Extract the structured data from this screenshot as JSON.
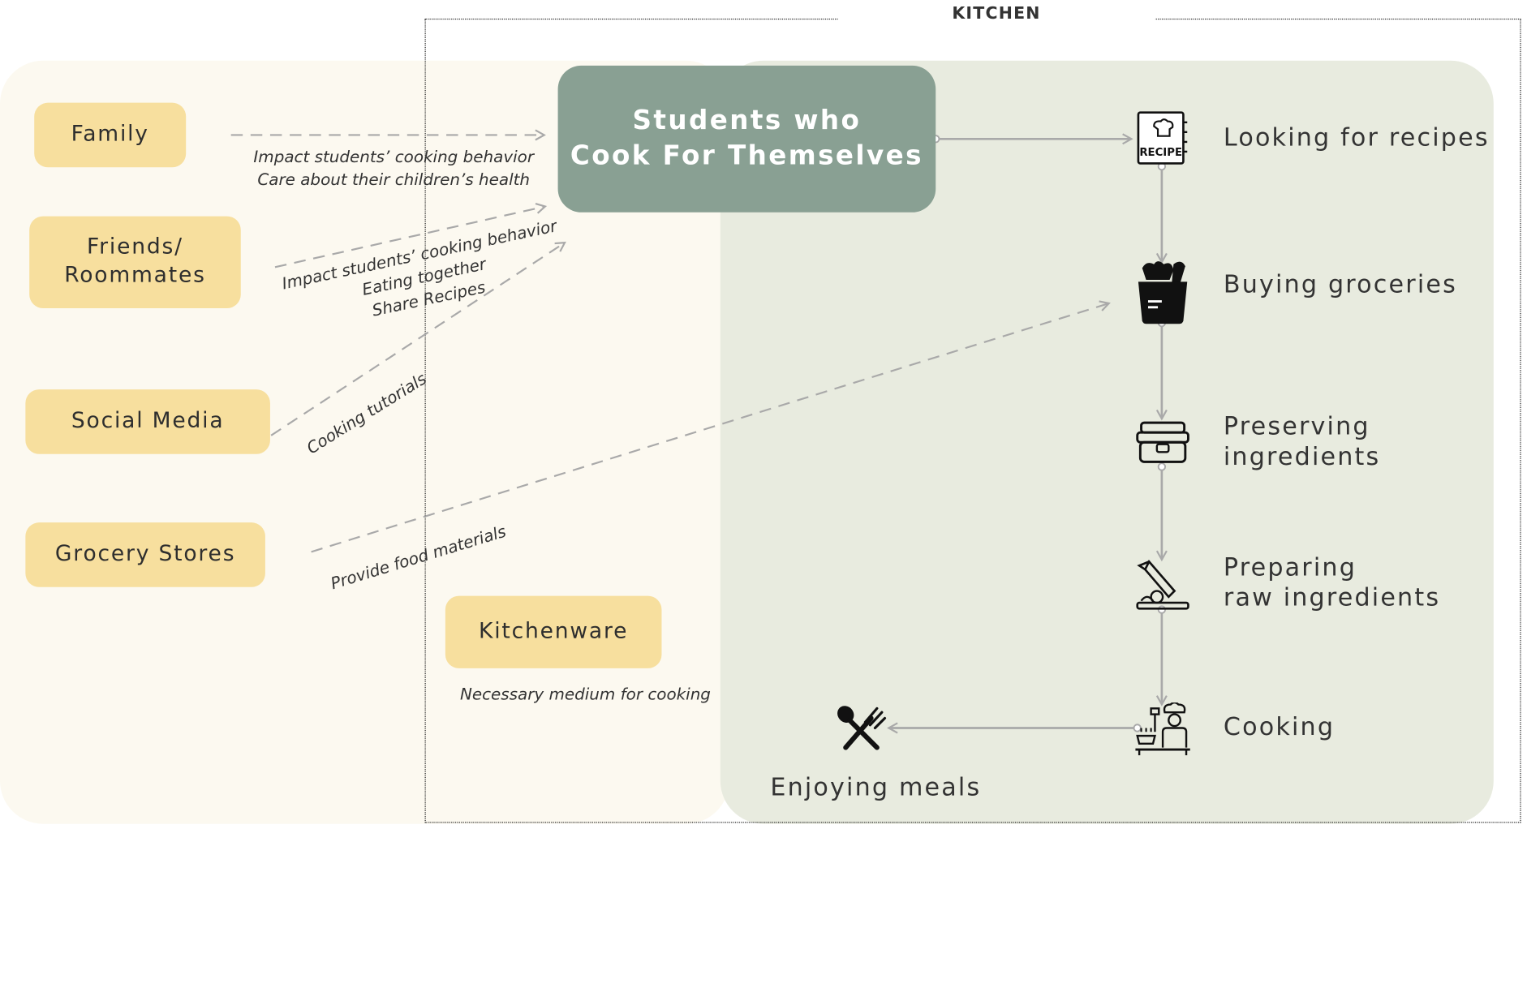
{
  "kitchen": {
    "label": "KITCHEN"
  },
  "central": {
    "label": "Students who\nCook For Themselves"
  },
  "actors": {
    "family": "Family",
    "friends": "Friends/\nRoommates",
    "social": "Social Media",
    "grocery": "Grocery Stores",
    "kitchenware": "Kitchenware"
  },
  "notes": {
    "family": "Impact students’ cooking behavior\nCare about their children’s health",
    "friends": "Impact students’ cooking behavior\nEating together\nShare Recipes",
    "social": "Cooking tutorials",
    "grocery": "Provide food materials",
    "kitchenware": "Necessary medium for cooking"
  },
  "steps": {
    "recipes": "Looking for recipes",
    "groceries": "Buying groceries",
    "preserving": "Preserving\ningredients",
    "preparing": "Preparing\nraw ingredients",
    "cooking": "Cooking",
    "enjoying": "Enjoying meals"
  },
  "icons": {
    "recipe_book_text": "RECIPE",
    "recipe": "recipe-book-icon",
    "groceries": "grocery-bag-icon",
    "preserving": "food-container-icon",
    "preparing": "knife-cutting-board-icon",
    "cooking": "chef-cooking-icon",
    "enjoying": "spoon-fork-icon"
  },
  "colors": {
    "left_panel": "#fcf9f0",
    "right_panel": "#e8ebdf",
    "actor_box": "#f7df9e",
    "central_box": "#89a093",
    "arrow": "#a9a9a9"
  }
}
